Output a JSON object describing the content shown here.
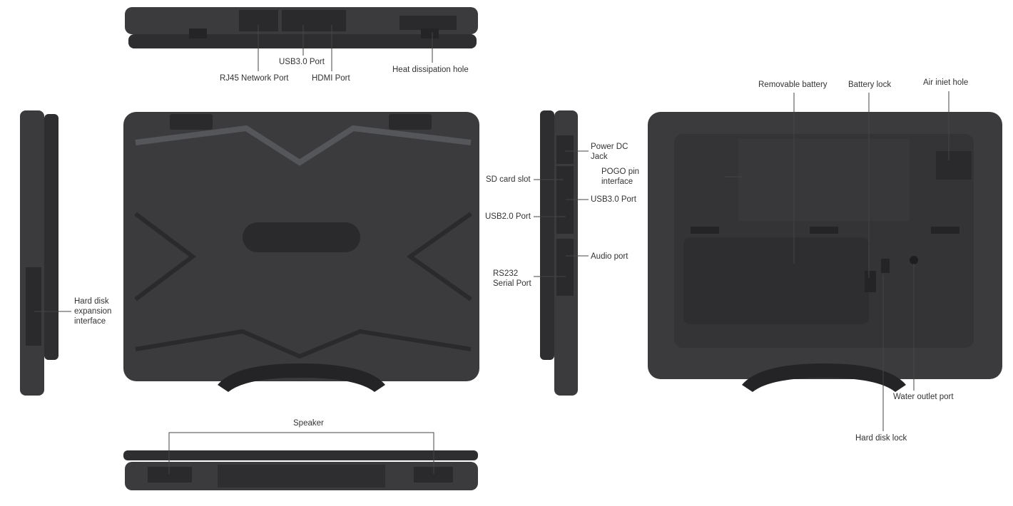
{
  "labels": {
    "usb30_top": "USB3.0 Port",
    "rj45": "RJ45 Network Port",
    "hdmi": "HDMI Port",
    "heat": "Heat dissipation hole",
    "removable_battery": "Removable battery",
    "battery_lock": "Battery lock",
    "air_inlet": "Air iniet hole",
    "hdd_expansion": [
      "Hard disk",
      "expansion",
      "interface"
    ],
    "sd_card": "SD card slot",
    "usb20": "USB2.0 Port",
    "rs232": [
      "RS232",
      "Serial Port"
    ],
    "power_dc": [
      "Power DC",
      "Jack"
    ],
    "pogo": [
      "POGO pin",
      "interface"
    ],
    "usb30_side": "USB3.0 Port",
    "audio": "Audio port",
    "speaker": "Speaker",
    "water_outlet": "Water outlet port",
    "hdd_lock": "Hard disk lock"
  },
  "colors": {
    "body": "#3b3b3d",
    "dark": "#242426",
    "accent": "#55565a",
    "text": "#333333",
    "line": "#444444"
  }
}
